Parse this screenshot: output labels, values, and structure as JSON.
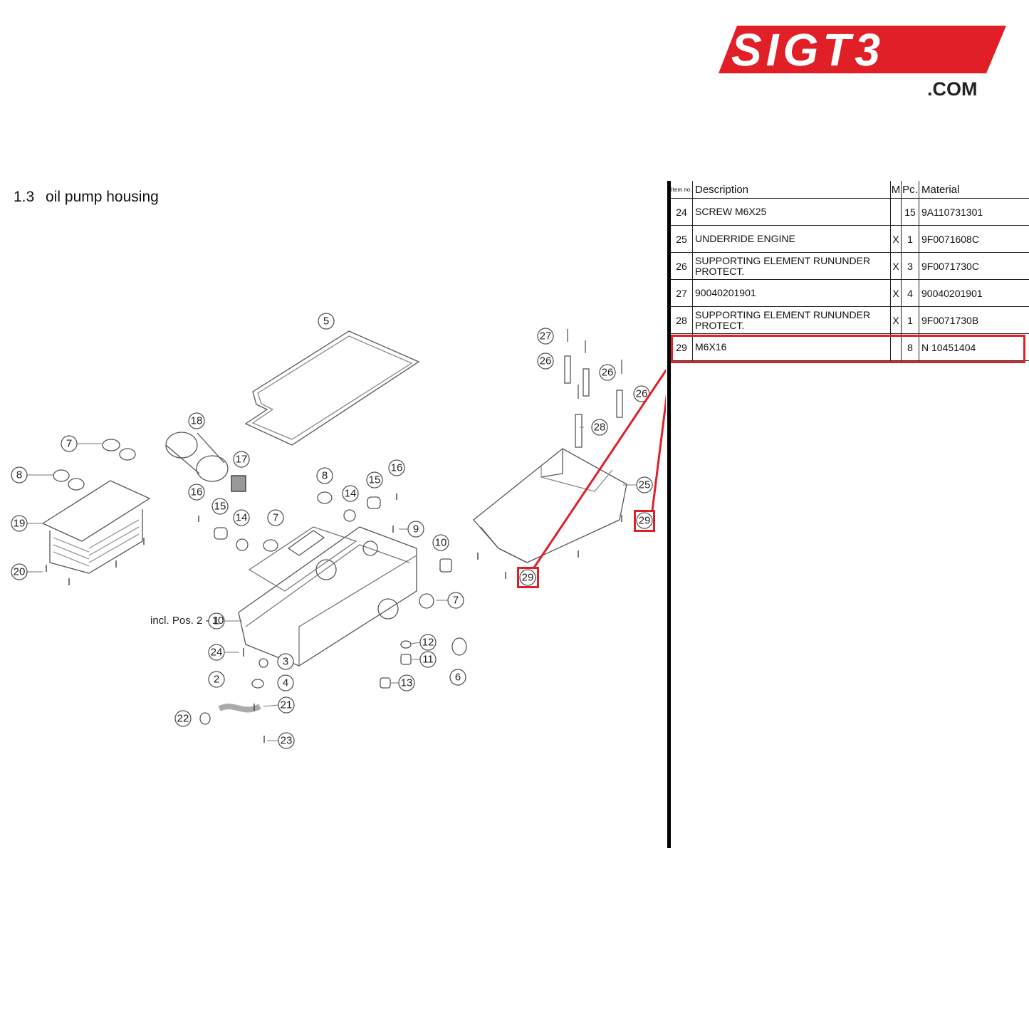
{
  "logo": {
    "text": "SIGT3",
    "domain": ".COM",
    "color": "#e01f26"
  },
  "section": {
    "number": "1.3",
    "title": "oil pump housing"
  },
  "table": {
    "headers": {
      "item": "Item no.",
      "description": "Description",
      "m": "M",
      "pc": "Pc.",
      "material": "Material"
    },
    "rows": [
      {
        "item": "24",
        "description": "SCREW M6X25",
        "m": "",
        "pc": "15",
        "material": "9A110731301"
      },
      {
        "item": "25",
        "description": "UNDERRIDE ENGINE",
        "m": "X",
        "pc": "1",
        "material": "9F0071608C"
      },
      {
        "item": "26",
        "description": "SUPPORTING ELEMENT RUNUNDER PROTECT.",
        "m": "X",
        "pc": "3",
        "material": "9F0071730C"
      },
      {
        "item": "27",
        "description": "90040201901",
        "m": "X",
        "pc": "4",
        "material": "90040201901"
      },
      {
        "item": "28",
        "description": "SUPPORTING ELEMENT RUNUNDER PROTECT.",
        "m": "X",
        "pc": "1",
        "material": "9F0071730B"
      },
      {
        "item": "29",
        "description": "M6X16",
        "m": "",
        "pc": "8",
        "material": "N 10451404"
      }
    ],
    "highlighted_item": "29",
    "highlight_color": "#e01f26"
  },
  "diagram": {
    "incl_note": "incl. Pos. 2 - 10",
    "callouts": [
      "1",
      "2",
      "3",
      "4",
      "5",
      "6",
      "7",
      "7",
      "7",
      "8",
      "8",
      "9",
      "10",
      "11",
      "12",
      "13",
      "14",
      "14",
      "15",
      "15",
      "16",
      "16",
      "17",
      "18",
      "19",
      "20",
      "21",
      "22",
      "23",
      "24",
      "25",
      "26",
      "26",
      "26",
      "27",
      "28",
      "29",
      "29"
    ],
    "highlighted_callout": "29"
  }
}
